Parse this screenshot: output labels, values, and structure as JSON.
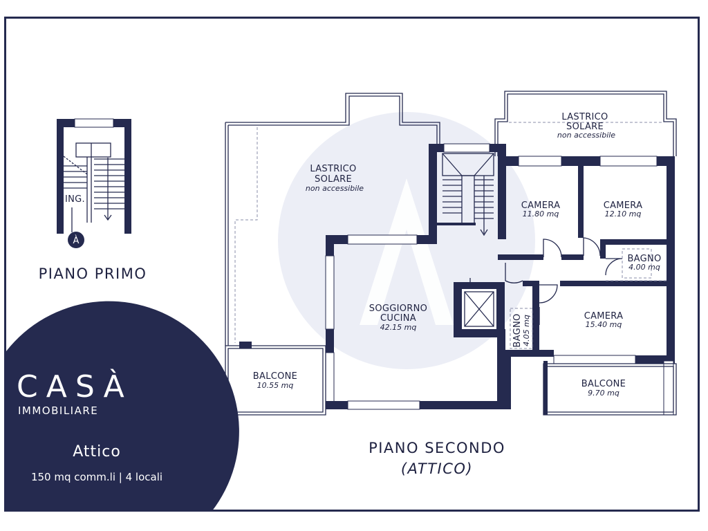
{
  "plan": {
    "first_floor": {
      "title": "PIANO PRIMO",
      "entrance_label": "ING.",
      "marker_letter": "À"
    },
    "second_floor": {
      "title": "PIANO SECONDO",
      "subtitle": "(ATTICO)"
    },
    "rooms": {
      "terrace_left": {
        "name_line1": "LASTRICO",
        "name_line2": "SOLARE",
        "note": "non accessibile"
      },
      "terrace_right": {
        "name_line1": "LASTRICO",
        "name_line2": "SOLARE",
        "note": "non accessibile"
      },
      "camera_1": {
        "name": "CAMERA",
        "area": "11.80 mq"
      },
      "camera_2": {
        "name": "CAMERA",
        "area": "12.10 mq"
      },
      "bagno_1": {
        "name": "BAGNO",
        "area": "4.00 mq"
      },
      "soggiorno": {
        "name_line1": "SOGGIORNO",
        "name_line2": "CUCINA",
        "area": "42.15 mq"
      },
      "bagno_2": {
        "name": "BAGNO",
        "area": "4.05 mq"
      },
      "camera_3": {
        "name": "CAMERA",
        "area": "15.40 mq"
      },
      "balcone_left": {
        "name": "BALCONE",
        "area": "10.55 mq"
      },
      "balcone_right": {
        "name": "BALCONE",
        "area": "9.70 mq"
      }
    }
  },
  "brand": {
    "name": "CASÀ",
    "tagline": "IMMOBILIARE",
    "property_type": "Attico",
    "details": "150 mq comm.li | 4 locali"
  },
  "colors": {
    "navy": "#252a4f",
    "watermark": "#eceef6"
  }
}
